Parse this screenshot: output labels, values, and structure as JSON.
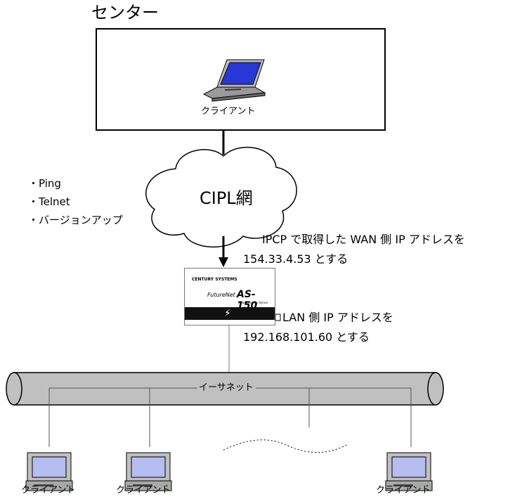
{
  "center": {
    "title": "センター",
    "client_label": "クライアント"
  },
  "cloud": {
    "label": "CIPL網"
  },
  "operations": [
    "・Ping",
    "・Telnet",
    "・バージョンアップ"
  ],
  "wan_note": {
    "line1": "IPCP で取得した WAN 側 IP アドレスを",
    "line2": "154.33.4.53 とする"
  },
  "lan_note": {
    "line1": "LAN 側 IP アドレスを",
    "line2": "192.168.101.60 とする"
  },
  "router": {
    "logo": "CENTURY SYSTEMS",
    "brand": "FutureNet",
    "model": "AS-150",
    "subtitle": "Mobile Access Server"
  },
  "ethernet": {
    "label": "イーサネット"
  },
  "clients": [
    "クライアント",
    "クライアント",
    "クライアント"
  ]
}
